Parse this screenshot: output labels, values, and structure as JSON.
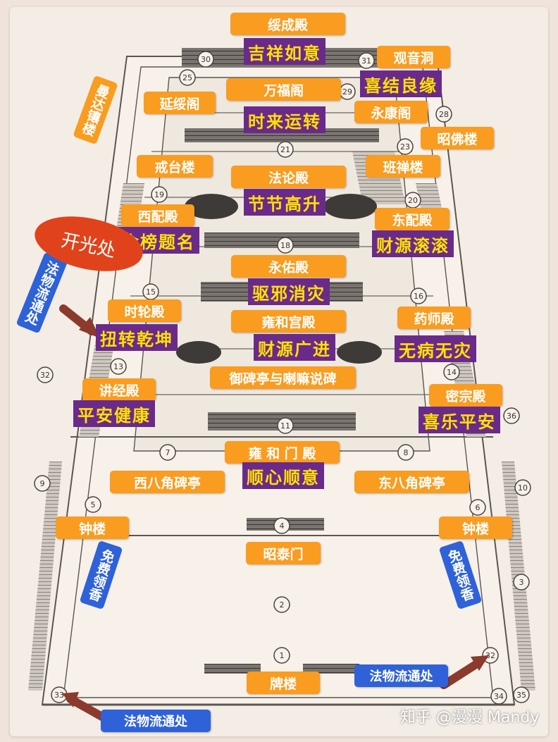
{
  "halls": {
    "suicheng": "绥成殿",
    "guanyin": "观音洞",
    "yansui": "延绥阁",
    "wanfu": "万福阁",
    "yongkang": "永康阁",
    "zhaofo": "昭佛楼",
    "jietai": "戒台楼",
    "falun": "法论殿",
    "banchan": "班禅楼",
    "xipei": "西配殿",
    "dongpei": "东配殿",
    "yongyou": "永佑殿",
    "shilun": "时轮殿",
    "yonghegong": "雍和宫殿",
    "yaoshi": "药师殿",
    "yubei": "御碑亭与喇嘛说碑",
    "jiangjing": "讲经殿",
    "mizong": "密宗殿",
    "yonghemen": "雍 和 门 殿",
    "xibajiao": "西八角碑亭",
    "dongbajiao": "东八角碑亭",
    "zhonglou_w": "钟楼",
    "zhonglou_e": "钟楼",
    "zhaotai": "昭泰门",
    "pailou": "牌楼"
  },
  "wishes": {
    "jixiang": "吉祥如意",
    "xijie": "喜结良缘",
    "shilai": "时来运转",
    "jiejie": "节节高升",
    "jinbang": "金榜题名",
    "caiyuan_gun": "财源滚滚",
    "quxie": "驱邪消灾",
    "niuzhuan": "扭转乾坤",
    "caiyuan_guang": "财源广进",
    "wubing": "无病无灾",
    "pingan": "平安健康",
    "xile": "喜乐平安",
    "shunxin": "顺心顺意"
  },
  "side": {
    "mandala": "曼达镶楼",
    "fawu_v": "法物流通处",
    "mianfei_w": "免费领香",
    "mianfei_e": "免费领香",
    "fawu_br": "法物流通处",
    "fawu_bl": "法物流通处",
    "kaiguang": "开光处"
  },
  "numbers": [
    "30",
    "31",
    "25",
    "29",
    "28",
    "21",
    "23",
    "19",
    "20",
    "18",
    "15",
    "16",
    "13",
    "14",
    "32",
    "11",
    "7",
    "8",
    "9",
    "10",
    "5",
    "6",
    "4",
    "2",
    "1",
    "3",
    "33",
    "32",
    "34",
    "35",
    "36"
  ],
  "watermark": "知乎 @漫漫 Mandy",
  "colors": {
    "hall_bg": "#f99c1f",
    "wish_bg": "#6a2a8a",
    "wish_text": "#ffe100",
    "blue_bg": "#2f62d8",
    "kaiguang_bg": "#e0431b",
    "arrow": "#8b3a2e"
  }
}
